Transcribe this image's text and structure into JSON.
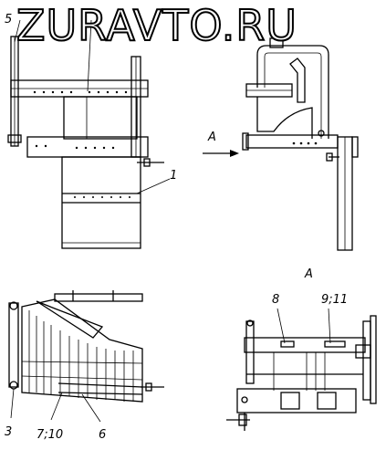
{
  "watermark": "ZURAVTO.RU",
  "labels": {
    "part_5": "5",
    "part_1": "1",
    "view_arrow": "A",
    "view_title": "A",
    "part_8": "8",
    "part_9_11": "9;11",
    "part_3": "3",
    "part_7_10": "7;10",
    "part_6": "6"
  }
}
